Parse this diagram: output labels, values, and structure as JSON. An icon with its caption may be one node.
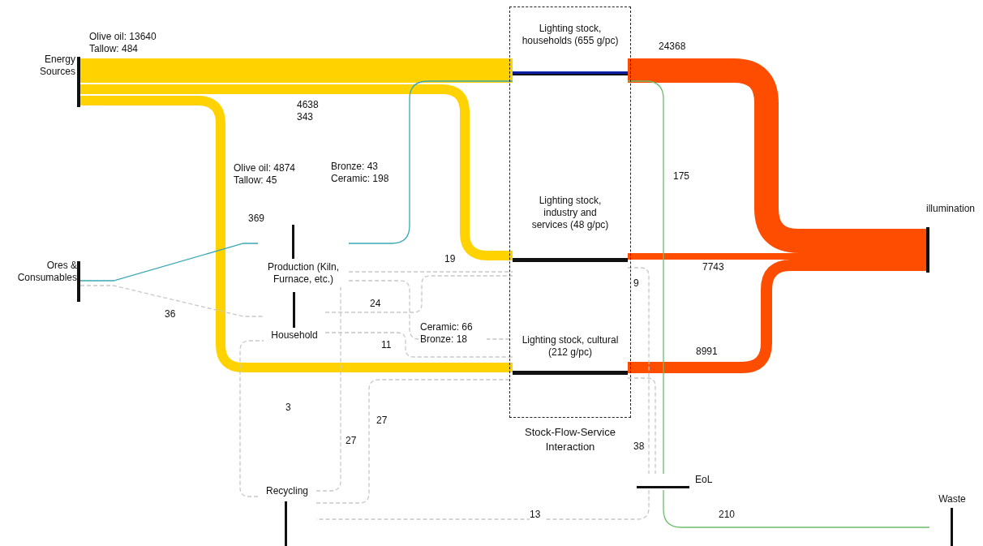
{
  "diagram": {
    "nodes": [
      {
        "text": [
          "Energy Sources"
        ]
      },
      {
        "text": [
          "Stock-Flow-Service Interaction"
        ]
      },
      {
        "text": [
          "Lighting stock, households (655 g/pc)"
        ],
        "in": 1
      },
      {
        "text": [
          "Lighting stock, industry and services (48 g/pc)"
        ],
        "in": 1
      },
      {
        "text": [
          "Lighting stock, cultural (212 g/pc)"
        ],
        "in": 1
      },
      {
        "text": [
          "illumination"
        ]
      },
      {
        "text": [
          "Ores & Consumables"
        ]
      },
      {
        "text": [
          "Production (Kiln, Furnace, etc.)"
        ]
      },
      {
        "text": [
          "Household"
        ]
      },
      {
        "text": [
          "Recycling"
        ]
      },
      {
        "text": [
          "EoL"
        ]
      },
      {
        "text": [
          "Waste"
        ]
      }
    ],
    "edges": [
      {
        "from": 0,
        "to": 2,
        "arrow": "none",
        "label": "Olive oil: 13640 Tallow: 484",
        "style": "thick",
        "color": "#ffd200"
      },
      {
        "from": 0,
        "to": 3,
        "arrow": "none",
        "label": "4638 343",
        "style": "thick",
        "color": "#ffd200"
      },
      {
        "from": 0,
        "to": 4,
        "arrow": "none",
        "label": "Olive oil: 4874 Tallow: 45",
        "style": "thick",
        "color": "#ffd200"
      },
      {
        "from": 2,
        "to": 5,
        "arrow": "none",
        "label": "24368",
        "style": "thick",
        "color": "#ff4d00"
      },
      {
        "from": 3,
        "to": 5,
        "arrow": "none",
        "label": "7743",
        "style": "thick",
        "color": "#ff4d00"
      },
      {
        "from": 4,
        "to": 5,
        "arrow": "none",
        "label": "8991",
        "style": "thick",
        "color": "#ff4d00"
      },
      {
        "from": 6,
        "to": 7,
        "arrow": "none",
        "label": "369",
        "color": "#3aa8b5"
      },
      {
        "from": 7,
        "to": 2,
        "arrow": "none",
        "label": "Bronze: 43 Ceramic: 198",
        "color": "#3aa8b5"
      },
      {
        "from": 6,
        "to": 8,
        "arrow": "none",
        "label": "36",
        "style": "dashed"
      },
      {
        "from": 7,
        "to": 3,
        "arrow": "none",
        "label": "19",
        "style": "dashed"
      },
      {
        "from": 8,
        "to": 3,
        "arrow": "none",
        "label": "24",
        "style": "dashed"
      },
      {
        "from": 8,
        "to": 4,
        "arrow": "none",
        "label": "11",
        "style": "dashed"
      },
      {
        "from": 7,
        "to": 4,
        "arrow": "none",
        "label": "Ceramic: 66 Bronze: 18",
        "style": "dashed"
      },
      {
        "from": 2,
        "to": 10,
        "arrow": "none",
        "label": "175",
        "color": "#6cbf6c"
      },
      {
        "from": 3,
        "to": 10,
        "arrow": "none",
        "label": "9",
        "style": "dashed"
      },
      {
        "from": 4,
        "to": 10,
        "arrow": "none",
        "label": "38",
        "style": "dashed"
      },
      {
        "from": 10,
        "to": 11,
        "arrow": "none",
        "label": "210",
        "color": "#6cbf6c"
      },
      {
        "from": 10,
        "to": 9,
        "arrow": "none",
        "label": "13",
        "style": "dashed"
      },
      {
        "from": 9,
        "to": 8,
        "arrow": "none",
        "label": "3",
        "style": "dashed"
      },
      {
        "from": 9,
        "to": 7,
        "arrow": "none",
        "label": "27",
        "style": "dashed"
      },
      {
        "from": 9,
        "to": 4,
        "arrow": "none",
        "label": "27",
        "style": "dashed"
      }
    ]
  }
}
